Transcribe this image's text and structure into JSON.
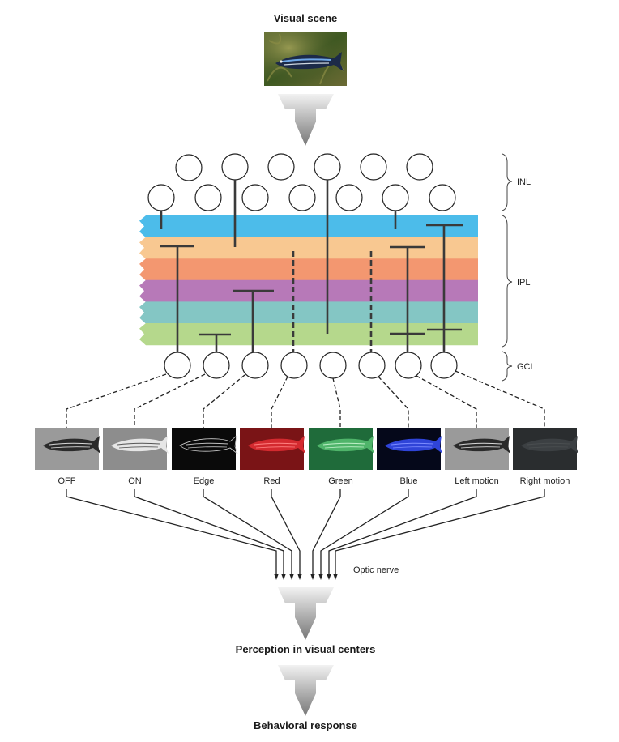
{
  "top_title": "Visual scene",
  "layers": {
    "inl": "INL",
    "ipl": "IPL",
    "gcl": "GCL"
  },
  "ipl_colors": [
    "#4cbcea",
    "#f8c891",
    "#f39770",
    "#b779b8",
    "#84c6c4",
    "#b5d88c"
  ],
  "channels": [
    {
      "label": "OFF",
      "style": "gray"
    },
    {
      "label": "ON",
      "style": "light"
    },
    {
      "label": "Edge",
      "style": "edge"
    },
    {
      "label": "Red",
      "style": "red"
    },
    {
      "label": "Green",
      "style": "green"
    },
    {
      "label": "Blue",
      "style": "blue"
    },
    {
      "label": "Left motion",
      "style": "gray"
    },
    {
      "label": "Right motion",
      "style": "dark"
    }
  ],
  "optic_nerve": "Optic nerve",
  "perception": "Perception in visual centers",
  "behavior": "Behavioral response"
}
